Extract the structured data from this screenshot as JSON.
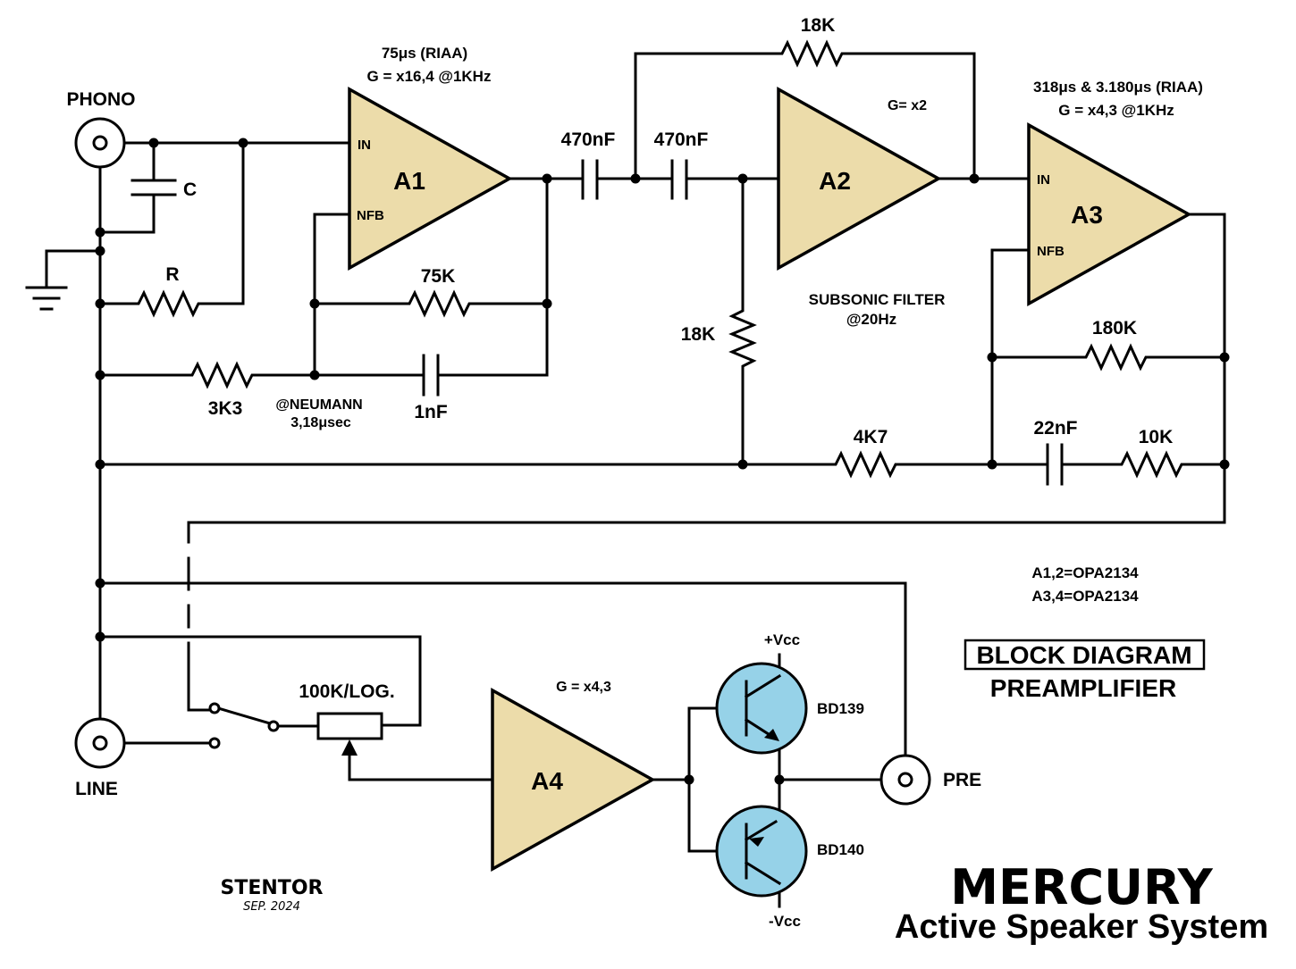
{
  "connectors": {
    "phono": "PHONO",
    "line": "LINE",
    "pre": "PRE"
  },
  "amplifiers": {
    "a1": {
      "name": "A1",
      "in_pin": "IN",
      "nfb_pin": "NFB",
      "note1": "75μs (RIAA)",
      "note2": "G = x16,4 @1KHz"
    },
    "a2": {
      "name": "A2",
      "gain": "G= x2"
    },
    "a3": {
      "name": "A3",
      "in_pin": "IN",
      "nfb_pin": "NFB",
      "note1": "318μs & 3.180μs (RIAA)",
      "note2": "G = x4,3 @1KHz"
    },
    "a4": {
      "name": "A4",
      "gain": "G = x4,3"
    }
  },
  "components": {
    "c_input": "C",
    "r_input": "R",
    "r_75k": "75K",
    "r_3k3": "3K3",
    "c_1nf": "1nF",
    "neumann1": "@NEUMANN",
    "neumann2": "3,18μsec",
    "c_470nf_1": "470nF",
    "c_470nf_2": "470nF",
    "r_18k_top": "18K",
    "r_18k_shunt": "18K",
    "subsonic1": "SUBSONIC FILTER",
    "subsonic2": "@20Hz",
    "r_180k": "180K",
    "r_4k7": "4K7",
    "c_22nf": "22nF",
    "r_10k": "10K",
    "pot": "100K/LOG.",
    "vcc_pos": "+Vcc",
    "vcc_neg": "-Vcc",
    "q1": "BD139",
    "q2": "BD140"
  },
  "notes": {
    "opamp1": "A1,2=OPA2134",
    "opamp2": "A3,4=OPA2134",
    "block1": "BLOCK DIAGRAM",
    "block2": "PREAMPLIFIER"
  },
  "branding": {
    "author": "STENTOR",
    "date": "SEP. 2024",
    "product": "MERCURY",
    "subtitle": "Active Speaker System"
  },
  "colors": {
    "amplifier_fill": "#ecdcaa",
    "transistor_fill": "#96d2e8"
  }
}
